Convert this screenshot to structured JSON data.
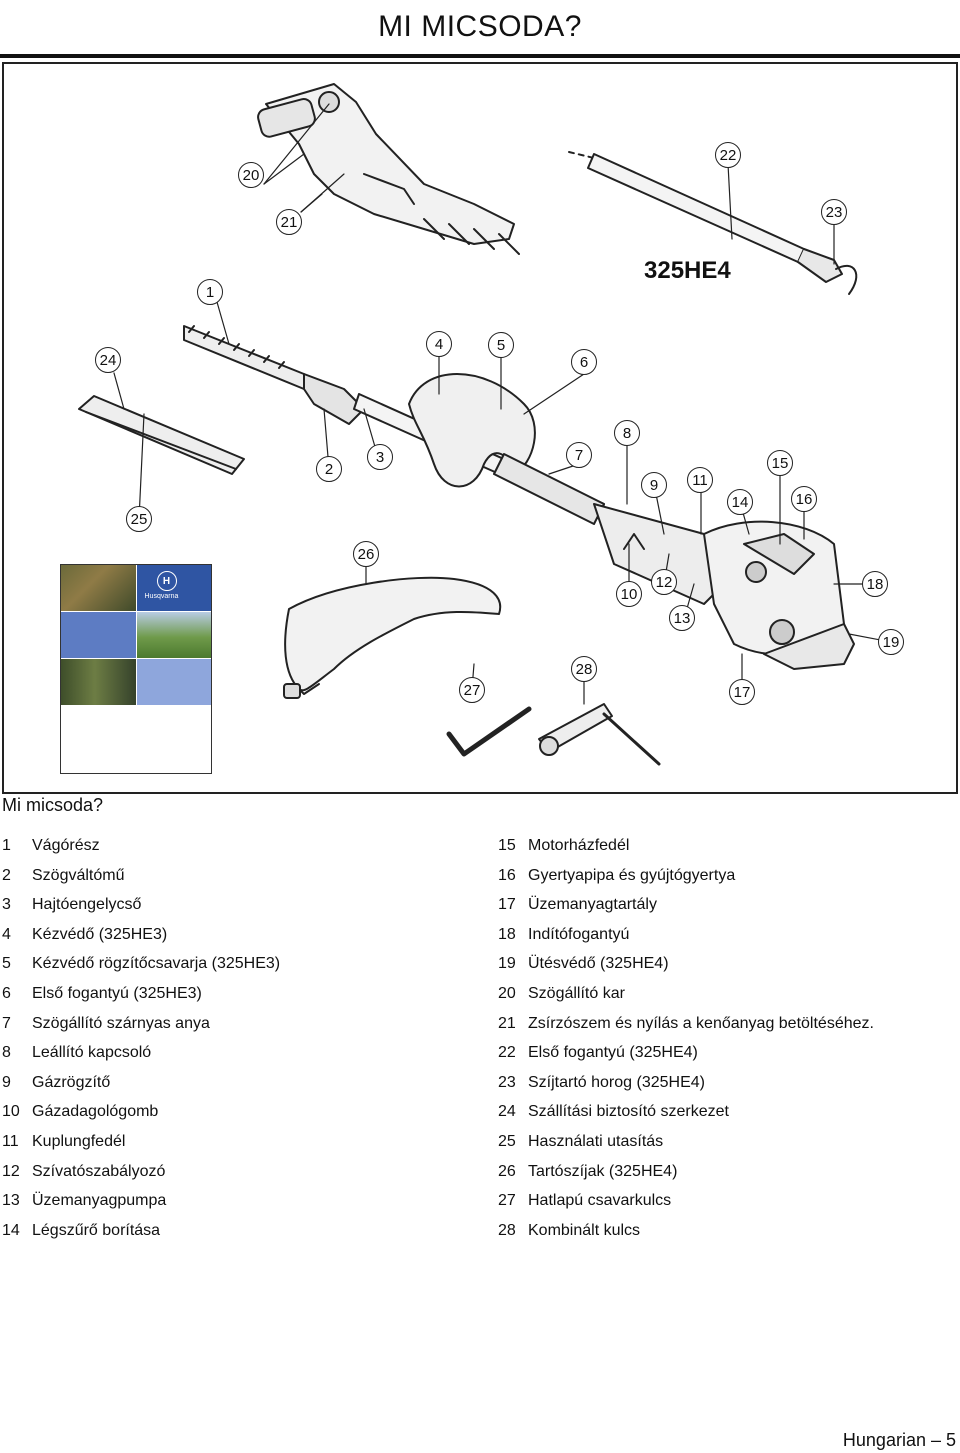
{
  "page": {
    "title": "MI MICSODA?",
    "footer": "Hungarian – 5"
  },
  "figure": {
    "model_label": "325HE4",
    "callouts": [
      "1",
      "2",
      "3",
      "4",
      "5",
      "6",
      "7",
      "8",
      "9",
      "10",
      "11",
      "12",
      "13",
      "14",
      "15",
      "16",
      "17",
      "18",
      "19",
      "20",
      "21",
      "22",
      "23",
      "24",
      "25",
      "26",
      "27",
      "28"
    ],
    "manual_brand": "Husqvarna",
    "manual_logo": "H",
    "icons": [
      "hedge-trimmer-illustration",
      "extension-shaft-illustration",
      "transport-guard-illustration",
      "carrying-strap-illustration",
      "hex-key-illustration",
      "combination-spanner-illustration",
      "operators-manual-illustration"
    ]
  },
  "section_title": "Mi micsoda?",
  "parts_left": [
    {
      "num": "1",
      "label": "Vágórész"
    },
    {
      "num": "2",
      "label": "Szögváltómű"
    },
    {
      "num": "3",
      "label": "Hajtóengelycső"
    },
    {
      "num": "4",
      "label": "Kézvédő (325HE3)"
    },
    {
      "num": "5",
      "label": "Kézvédő rögzítőcsavarja (325HE3)"
    },
    {
      "num": "6",
      "label": "Első fogantyú (325HE3)"
    },
    {
      "num": "7",
      "label": "Szögállító szárnyas anya"
    },
    {
      "num": "8",
      "label": "Leállító kapcsoló"
    },
    {
      "num": "9",
      "label": "Gázrögzítő"
    },
    {
      "num": "10",
      "label": "Gázadagológomb"
    },
    {
      "num": "11",
      "label": "Kuplungfedél"
    },
    {
      "num": "12",
      "label": "Szívatószabályozó"
    },
    {
      "num": "13",
      "label": "Üzemanyagpumpa"
    },
    {
      "num": "14",
      "label": "Légszűrő borítása"
    }
  ],
  "parts_right": [
    {
      "num": "15",
      "label": "Motorházfedél"
    },
    {
      "num": "16",
      "label": "Gyertyapipa és gyújtógyertya"
    },
    {
      "num": "17",
      "label": "Üzemanyagtartály"
    },
    {
      "num": "18",
      "label": "Indítófogantyú"
    },
    {
      "num": "19",
      "label": "Ütésvédő (325HE4)"
    },
    {
      "num": "20",
      "label": "Szögállító kar"
    },
    {
      "num": "21",
      "label": "Zsírzószem és nyílás a kenőanyag betöltéséhez."
    },
    {
      "num": "22",
      "label": "Első fogantyú (325HE4)"
    },
    {
      "num": "23",
      "label": "Szíjtartó horog (325HE4)"
    },
    {
      "num": "24",
      "label": "Szállítási biztosító szerkezet"
    },
    {
      "num": "25",
      "label": "Használati utasítás"
    },
    {
      "num": "26",
      "label": "Tartószíjak (325HE4)"
    },
    {
      "num": "27",
      "label": "Hatlapú csavarkulcs"
    },
    {
      "num": "28",
      "label": "Kombinált kulcs"
    }
  ]
}
